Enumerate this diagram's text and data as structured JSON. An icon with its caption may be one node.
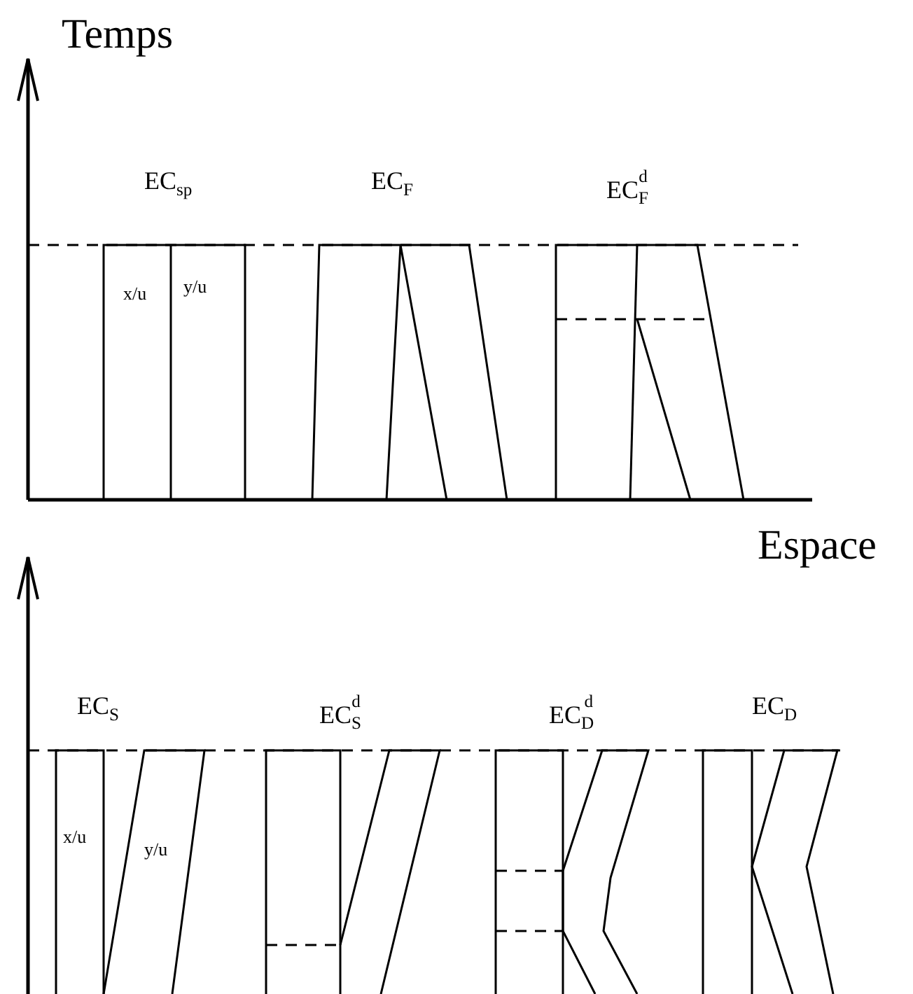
{
  "diagram": {
    "labels": [
      "Temps",
      "EC$_{sp}$",
      "EC$_{F}$",
      "EC$_{F}$$^{d}$",
      "x/u",
      "y/u",
      "Espace",
      "EC$_{S}$",
      "EC$_{S}$$^{d}$",
      "EC$_{D}$$^{d}$",
      "EC$_{D}$",
      "x/u",
      "y/u"
    ]
  }
}
